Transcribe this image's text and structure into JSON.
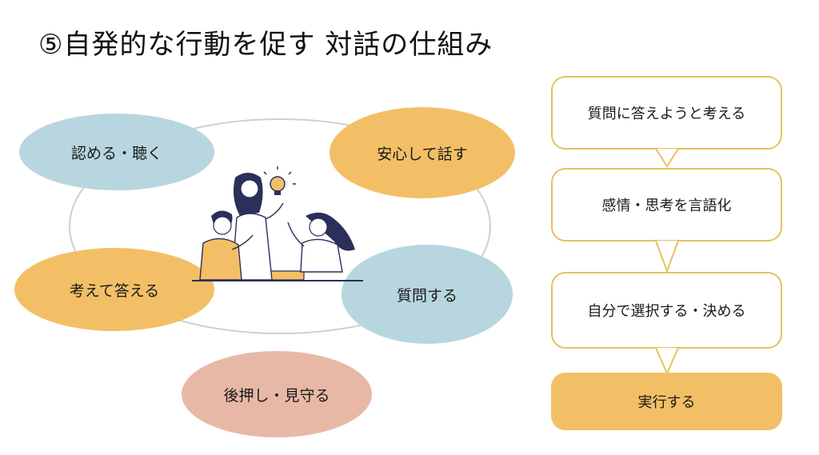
{
  "title": "⑤自発的な行動を促す 対話の仕組み",
  "cycle": {
    "nodes": [
      {
        "label": "認める・聴く",
        "color": "#b8d6df"
      },
      {
        "label": "安心して話す",
        "color": "#f3bf66"
      },
      {
        "label": "考えて答える",
        "color": "#f3bf66"
      },
      {
        "label": "質問する",
        "color": "#b8d6df"
      },
      {
        "label": "後押し・見守る",
        "color": "#e8b8a7"
      }
    ],
    "illustration": "three-people-talking-with-lightbulb"
  },
  "flow": {
    "steps": [
      {
        "label": "質問に答えようと考える"
      },
      {
        "label": "感情・思考を言語化"
      },
      {
        "label": "自分で選択する・決める"
      },
      {
        "label": "実行する"
      }
    ],
    "accent": "#e5c25c",
    "final_color": "#f3bf66"
  }
}
